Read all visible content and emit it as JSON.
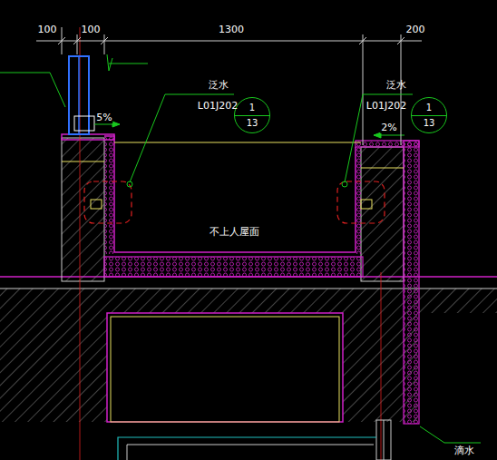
{
  "diagram": {
    "nodes": [
      {
        "text": [
          "1",
          "13"
        ]
      },
      {
        "text": [
          "1",
          "13"
        ]
      }
    ],
    "labels": [
      "100",
      "100",
      "1300",
      "200",
      "泛水",
      "L01J202",
      "泛水",
      "L01J202",
      "5%",
      "2%",
      "不上人屋面",
      "滴水"
    ]
  }
}
